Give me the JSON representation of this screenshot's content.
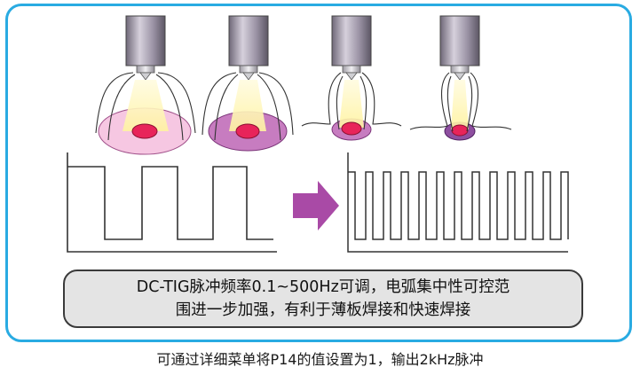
{
  "callout": {
    "line1": "DC-TIG脉冲频率0.1~500Hz可调，电弧集中性可控范",
    "line2": "围进一步加强，有利于薄板焊接和快速焊接"
  },
  "caption": "可通过详细菜单将P14的值设置为1，输出2kHz脉冲",
  "colors": {
    "frame_border": "#29abe2",
    "arrow": "#a94aa6",
    "torch_body": "#8e8698",
    "arc_glow": "#fff7b8",
    "weld_spot": "#e8245a"
  },
  "icons": [
    "tig-torch-icon",
    "arc-cone-icon",
    "weld-pool-icon",
    "right-arrow-icon"
  ]
}
